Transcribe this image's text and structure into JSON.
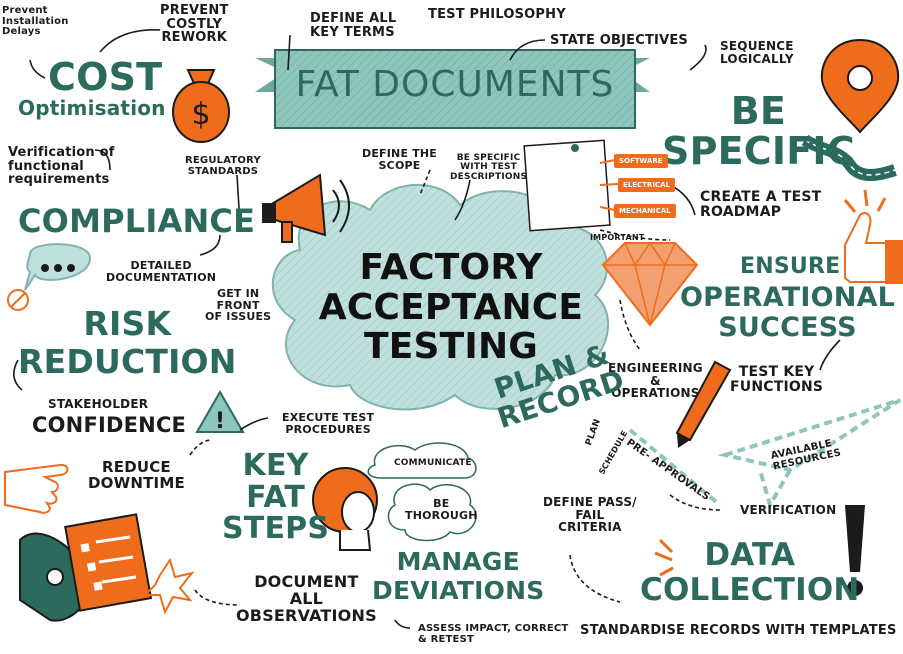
{
  "banner": {
    "title": "FAT DOCUMENTS"
  },
  "center": {
    "title": "FACTORY\nACCEPTANCE\nTESTING"
  },
  "cost": {
    "prevent_install": "Prevent\nInstallation\nDelays",
    "prevent_rework": "PREVENT\nCOSTLY\nREWORK",
    "title": "COST",
    "subtitle": "Optimisation"
  },
  "defs": {
    "define_terms": "DEFINE ALL\nKEY TERMS",
    "test_philosophy": "TEST PHILOSOPHY",
    "state_objectives": "STATE OBJECTIVES",
    "sequence": "SEQUENCE\nLOGICALLY",
    "be_specific": "BE\nSPECIFIC"
  },
  "compliance": {
    "verification": "Verification of\nfunctional\nrequirements",
    "regulatory": "REGULATORY\nSTANDARDS",
    "title": "COMPLIANCE",
    "detailed_docs": "DETAILED\nDOCUMENTATION"
  },
  "scope": {
    "define_scope": "DEFINE THE\nSCOPE",
    "be_specific_tests": "BE SPECIFIC\nWITH TEST\nDESCRIPTIONS"
  },
  "note_tags": [
    "SOFTWARE",
    "ELECTRICAL",
    "MECHANICAL"
  ],
  "important": "IMPORTANT",
  "roadmap": "CREATE A TEST\nROADMAP",
  "risk": {
    "get_in_front": "GET IN\nFRONT\nOF ISSUES",
    "title": "RISK\nREDUCTION",
    "stakeholder": "STAKEHOLDER",
    "confidence": "CONFIDENCE"
  },
  "ops": {
    "ensure": "ENSURE",
    "operational": "OPERATIONAL\nSUCCESS",
    "engineering": "ENGINEERING\n&\nOPERATIONS",
    "test_key": "TEST KEY\nFUNCTIONS"
  },
  "plan": {
    "title": "PLAN &\nRECORD",
    "plan": "PLAN",
    "schedule": "SCHEDULE",
    "pre_approvals": "PRE- APPROVALS",
    "available": "AVAILABLE RESOURCES",
    "verification": "VERIFICATION",
    "define_pass": "DEFINE PASS/\nFAIL\nCRITERIA"
  },
  "steps": {
    "execute": "EXECUTE TEST\nPROCEDURES",
    "reduce": "REDUCE\nDOWNTIME",
    "key_fat": "KEY\nFAT\nSTEPS",
    "communicate": "COMMUNICATE",
    "thorough": "BE\nTHOROUGH",
    "document": "DOCUMENT\nALL\nOBSERVATIONS",
    "manage": "MANAGE\nDEVIATIONS",
    "assess": "ASSESS IMPACT, CORRECT\n& RETEST"
  },
  "data": {
    "title": "DATA\nCOLLECTION",
    "standardise": "STANDARDISE RECORDS WITH TEMPLATES"
  },
  "colors": {
    "teal": "#2c6a5e",
    "orange": "#ef6c1c",
    "banner": "#8ec5bd",
    "cloud": "#bfe0dc"
  }
}
